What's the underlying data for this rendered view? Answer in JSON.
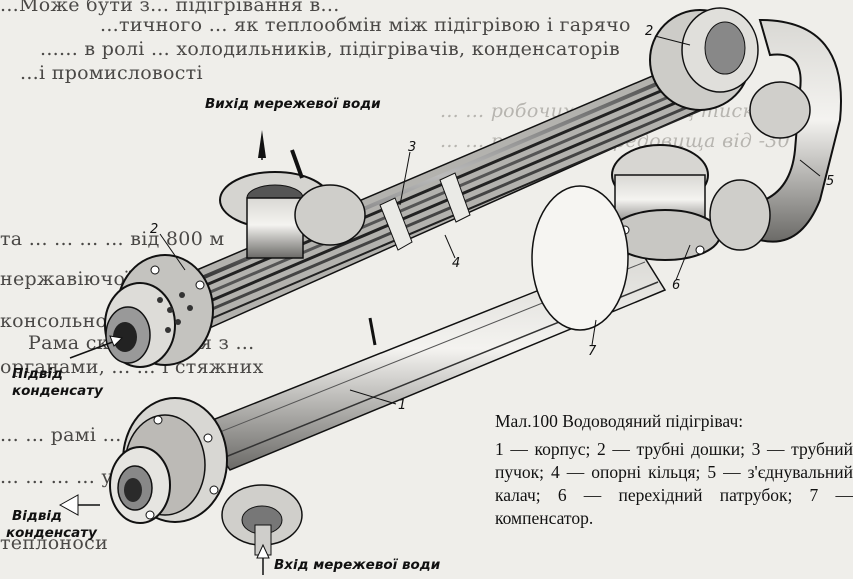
{
  "background_text": [
    "...Може бути з... підігрівання в...",
    "...тичного ... як теплообмін між підігрівою і гарячо",
    "...... в ролі ... холодильників, підігрівачів, конденсаторів",
    "...і промисловості",
    "... ... робочих середовищ тиску до 10",
    "... ... робочого середовища від -30 до",
    "та ... ... ... ... від 800 м",
    "нержавіючої сталі; ... ...",
    "консольного ...",
    "Рама складається з ...",
    "органами, ... ... і стяжних",
    "... ... рамі ... ... ... на ...",
    "... ... ... ... у",
    "теплоноси"
  ],
  "labels": {
    "outlet_network_water": "Вихід мережевої води",
    "condensate_inlet_line1": "Підвід",
    "condensate_inlet_line2": "конденсату",
    "condensate_outlet_line1": "Відвід",
    "condensate_outlet_line2": "конденсату",
    "inlet_network_water": "Вхід мережевої води"
  },
  "callouts": [
    "1",
    "2",
    "2",
    "3",
    "4",
    "5",
    "6",
    "7"
  ],
  "caption": {
    "title": "Мал.100 Водоводяний підігрівач:",
    "body": "1 — корпус; 2 — трубні дошки; 3 — трубний пучок; 4 — опорні кільця; 5 — з'єднувальний калач; 6 — перехідний патрубок; 7 — компенсатор."
  }
}
